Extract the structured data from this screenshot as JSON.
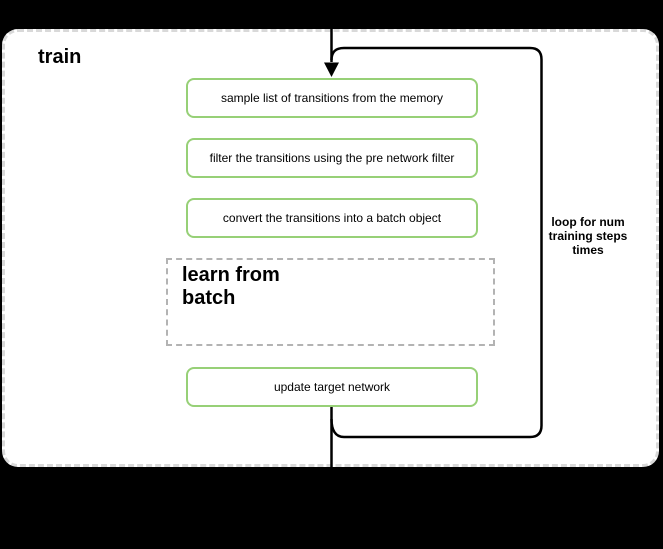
{
  "diagram": {
    "title": "train",
    "steps": [
      {
        "label": "sample list of transitions from the memory"
      },
      {
        "label": "filter the transitions using the pre network filter"
      },
      {
        "label": "convert the transitions into a batch object"
      }
    ],
    "learn_group": {
      "label": "learn from\nbatch"
    },
    "update_step": {
      "label": "update target network"
    },
    "loop_annotation": "loop for num\ntraining steps\ntimes",
    "colors": {
      "step_border": "#97d077",
      "container_border": "#d9d9d9",
      "learn_group_border": "#b3b3b3",
      "connector_line": "#000000",
      "container_fill": "#ffffff",
      "canvas_background": "#000000",
      "text": "#000000"
    }
  }
}
